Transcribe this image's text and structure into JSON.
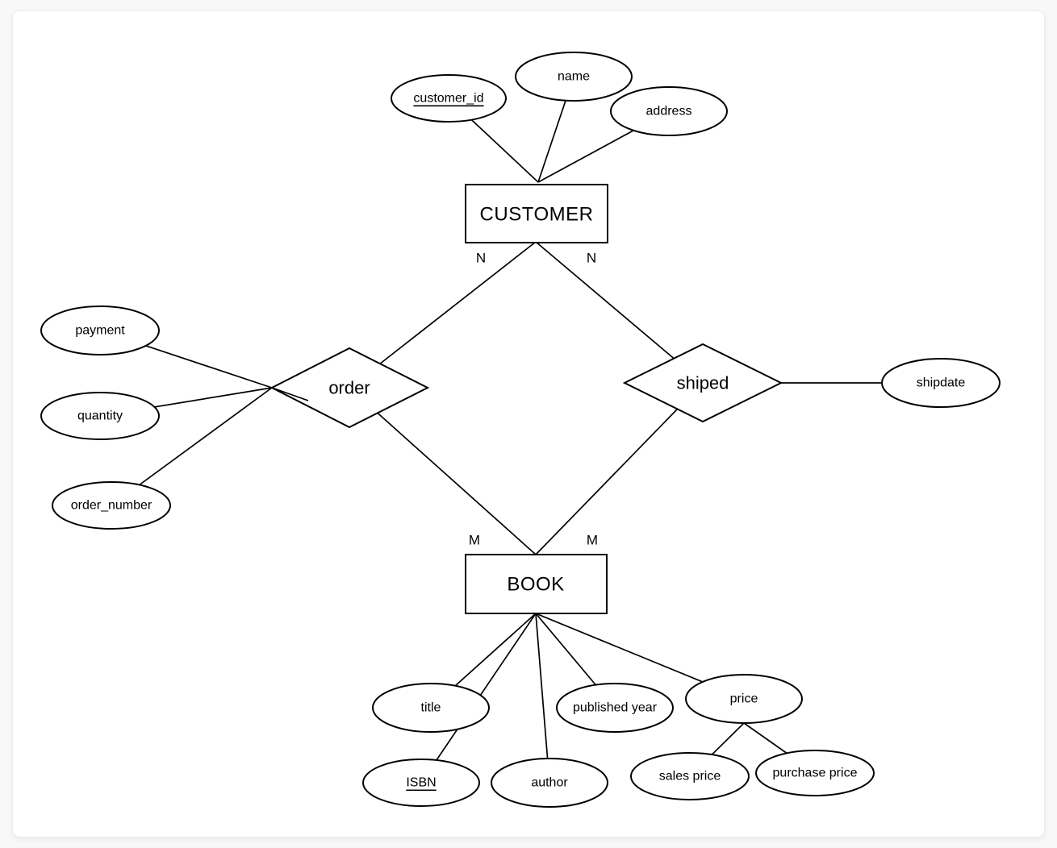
{
  "diagram_type": "entity-relationship-diagram",
  "model": {
    "entities": [
      {
        "name": "CUSTOMER",
        "attributes": [
          {
            "name": "customer_id",
            "primary_key": true
          },
          {
            "name": "name",
            "primary_key": false
          },
          {
            "name": "address",
            "primary_key": false
          }
        ]
      },
      {
        "name": "BOOK",
        "attributes": [
          {
            "name": "title",
            "primary_key": false
          },
          {
            "name": "ISBN",
            "primary_key": true
          },
          {
            "name": "author",
            "primary_key": false
          },
          {
            "name": "published year",
            "primary_key": false
          },
          {
            "name": "price",
            "primary_key": false,
            "sub_attributes": [
              "sales price",
              "purchase price"
            ]
          }
        ]
      }
    ],
    "relationships": [
      {
        "name": "order",
        "from": "CUSTOMER",
        "to": "BOOK",
        "from_cardinality": "N",
        "to_cardinality": "M",
        "attributes": [
          "payment",
          "quantity",
          "order_number"
        ]
      },
      {
        "name": "shiped",
        "from": "CUSTOMER",
        "to": "BOOK",
        "from_cardinality": "N",
        "to_cardinality": "M",
        "attributes": [
          "shipdate"
        ]
      }
    ]
  },
  "labels": {
    "customer": "CUSTOMER",
    "book": "BOOK",
    "order": "order",
    "shiped": "shiped",
    "customer_id": "customer_id",
    "name": "name",
    "address": "address",
    "payment": "payment",
    "quantity": "quantity",
    "order_number": "order_number",
    "shipdate": "shipdate",
    "title": "title",
    "isbn": "ISBN",
    "author": "author",
    "published_year": "published year",
    "price": "price",
    "sales_price": "sales price",
    "purchase_price": "purchase price",
    "cardinality_customer_order": "N",
    "cardinality_customer_shiped": "N",
    "cardinality_book_order": "M",
    "cardinality_book_shiped": "M"
  },
  "colors": {
    "stroke": "#000000",
    "shape_fill": "#ffffff",
    "page_background": "#ffffff",
    "canvas_background": "#f8f8f8"
  }
}
